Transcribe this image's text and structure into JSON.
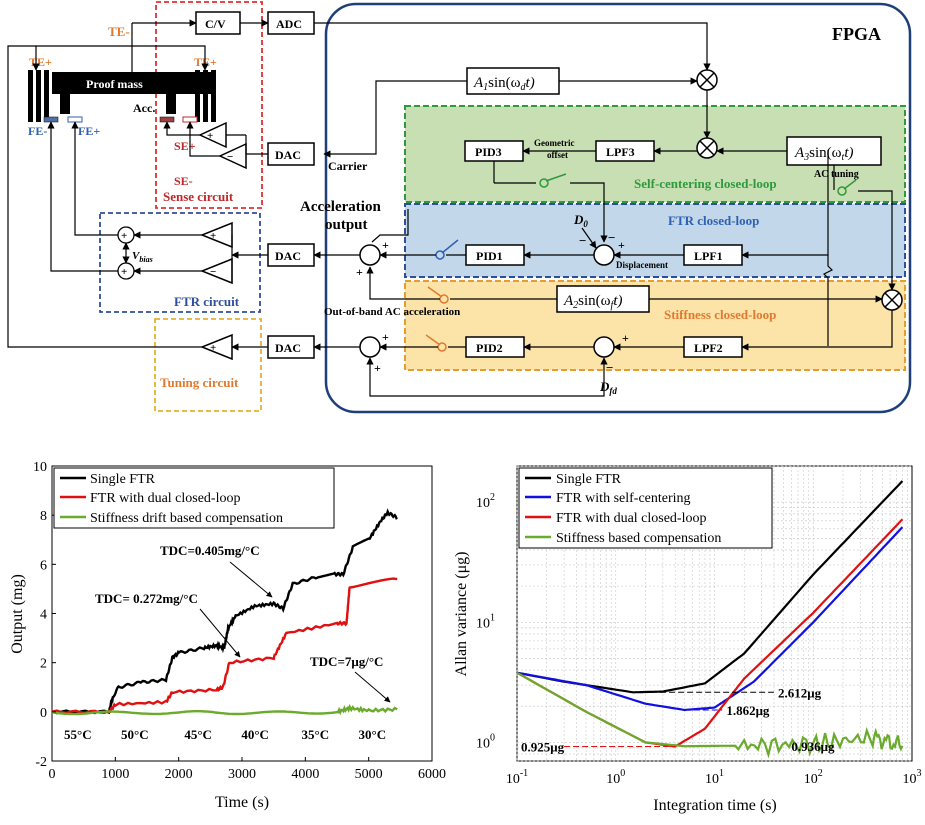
{
  "diagram": {
    "fpga_title": "FPGA",
    "proof_mass": "Proof mass",
    "acc": "Acc.",
    "te_minus": "TE-",
    "te_plus_left": "TE+",
    "te_plus_right": "TE+",
    "fe_minus": "FE-",
    "fe_plus": "FE+",
    "se_plus": "SE+",
    "se_minus": "SE-",
    "sense_circuit": "Sense circuit",
    "cv": "C/V",
    "adc": "ADC",
    "dac": "DAC",
    "carrier": "Carrier",
    "a1_amp": "A",
    "a1_sub": "1",
    "a1_rest": "sin(ω",
    "a1_wsub": "d",
    "a1_t": "t)",
    "a3_amp": "A",
    "a3_sub": "3",
    "a3_rest": "sin(ω",
    "a3_wsub": "t",
    "a3_t": "t)",
    "a2_amp": "A",
    "a2_sub": "2",
    "a2_rest": "sin(ω",
    "a2_wsub": "f",
    "a2_t": "t)",
    "pid1": "PID1",
    "pid2": "PID2",
    "pid3": "PID3",
    "lpf1": "LPF1",
    "lpf2": "LPF2",
    "lpf3": "LPF3",
    "geometric": "Geometric",
    "offset": "offset",
    "ac_tuning": "AC tuning",
    "self_centering_loop": "Self-centering closed-loop",
    "ftr_loop": "FTR closed-loop",
    "stiffness_loop": "Stiffness closed-loop",
    "d0": "D",
    "d0_sub": "0",
    "dfd": "D",
    "dfd_sub": "fd",
    "displacement": "Displacement",
    "accel_output_1": "Acceleration",
    "accel_output_2": "output",
    "oob": "Out-of-band AC acceleration",
    "vbias": "V",
    "vbias_sub": "bias",
    "ftr_circuit": "FTR circuit",
    "tuning_circuit": "Tuning circuit",
    "plus": "+",
    "minus": "−",
    "colors": {
      "fpga_border": "#1f3f7a",
      "green_fill": "#c8dfb4",
      "green_border": "#2e9a3c",
      "blue_fill": "#c2d8ea",
      "blue_border": "#2e4f9c",
      "orange_fill": "#fce3a8",
      "orange_border": "#e89b2e",
      "red_dash": "#e03030",
      "sense_red": "#c0282a",
      "te_orange": "#e07a30",
      "fe_blue": "#3060b0"
    }
  },
  "chart_left": {
    "ylabel": "Output (mg)",
    "xlabel": "Time (s)",
    "legend": [
      "Single FTR",
      "FTR with dual closed-loop",
      "Stiffness drift based compensation"
    ],
    "x_ticks": [
      "0",
      "1000",
      "2000",
      "3000",
      "4000",
      "5000",
      "6000"
    ],
    "y_ticks": [
      "-2",
      "0",
      "2",
      "4",
      "6",
      "8",
      "10"
    ],
    "temps": [
      "55°C",
      "50°C",
      "45°C",
      "40°C",
      "35°C",
      "30°C"
    ],
    "ann1": "TDC=0.405mg/°C",
    "ann2": "TDC= 0.272mg/°C",
    "ann3": "TDC=7μg/°C"
  },
  "chart_right": {
    "ylabel": "Allan variance (μg)",
    "xlabel": "Integration time (s)",
    "legend": [
      "Single FTR",
      "FTR with self-centering",
      "FTR with dual closed-loop",
      "Stiffness based compensation"
    ],
    "x_tick_base": "10",
    "x_tick_exps": [
      "-1",
      "0",
      "1",
      "2",
      "3"
    ],
    "y_tick_base": "10",
    "y_tick_exps": [
      "0",
      "1",
      "2"
    ],
    "ann_2612": "2.612μg",
    "ann_1862": "1.862μg",
    "ann_0925": "0.925μg",
    "ann_0936": "0.936μg"
  },
  "chart_data": [
    {
      "type": "line",
      "xlabel": "Time (s)",
      "ylabel": "Output (mg)",
      "xlim": [
        0,
        6000
      ],
      "ylim": [
        -2,
        10
      ],
      "series": [
        {
          "name": "Single FTR",
          "color": "#000000",
          "x": [
            0,
            900,
            960,
            1050,
            1400,
            1800,
            1900,
            2000,
            2400,
            2600,
            2720,
            2780,
            2900,
            3200,
            3500,
            3650,
            3800,
            4200,
            4450,
            4600,
            4750,
            5000,
            5200,
            5300,
            5450
          ],
          "y": [
            0,
            0,
            0.6,
            1.0,
            1.2,
            1.3,
            2.2,
            2.4,
            2.6,
            2.7,
            2.6,
            3.4,
            3.9,
            4.3,
            4.4,
            4.2,
            5.2,
            5.5,
            5.6,
            5.6,
            6.7,
            7.0,
            7.8,
            8.1,
            7.9
          ]
        },
        {
          "name": "FTR with dual closed-loop",
          "color": "#e01010",
          "x": [
            0,
            900,
            1000,
            1800,
            1900,
            2600,
            2700,
            2800,
            3500,
            3700,
            4500,
            4650,
            4700,
            5450
          ],
          "y": [
            0,
            0,
            0.3,
            0.4,
            0.8,
            0.9,
            1.0,
            2.0,
            2.2,
            3.2,
            3.6,
            3.6,
            5.1,
            5.4
          ]
        },
        {
          "name": "Stiffness drift based compensation",
          "color": "#6aaa2c",
          "x": [
            0,
            500,
            1000,
            1500,
            2000,
            2500,
            3000,
            3500,
            4000,
            4500,
            4700,
            5000,
            5450
          ],
          "y": [
            0,
            -0.05,
            -0.05,
            -0.02,
            -0.05,
            -0.02,
            -0.03,
            -0.05,
            -0.02,
            0,
            0.15,
            0.05,
            0.1
          ]
        }
      ]
    },
    {
      "type": "line",
      "xlabel": "Integration time (s)",
      "ylabel": "Allan variance (μg)",
      "xscale": "log",
      "yscale": "log",
      "xlim": [
        0.1,
        1000
      ],
      "ylim": [
        0.7,
        200
      ],
      "series": [
        {
          "name": "Single FTR",
          "color": "#000000",
          "x": [
            0.1,
            0.3,
            1.5,
            3,
            8,
            20,
            100,
            800
          ],
          "y": [
            3.8,
            3.2,
            2.612,
            2.65,
            3.1,
            5.5,
            25,
            150
          ]
        },
        {
          "name": "FTR with self-centering",
          "color": "#1010e0",
          "x": [
            0.1,
            0.5,
            2,
            5,
            10,
            25,
            100,
            800
          ],
          "y": [
            3.8,
            3.0,
            2.1,
            1.862,
            1.95,
            3.2,
            10,
            62
          ]
        },
        {
          "name": "FTR with dual closed-loop",
          "color": "#e01010",
          "x": [
            0.1,
            0.5,
            2,
            4,
            8,
            20,
            100,
            800
          ],
          "y": [
            3.8,
            1.8,
            1.0,
            0.925,
            1.3,
            3.4,
            12,
            72
          ]
        },
        {
          "name": "Stiffness based compensation",
          "color": "#6aaa2c",
          "x": [
            0.1,
            0.5,
            2,
            5,
            20,
            100,
            400,
            800
          ],
          "y": [
            3.8,
            1.8,
            1.0,
            0.93,
            0.94,
            0.97,
            1.1,
            0.936
          ]
        }
      ]
    }
  ]
}
